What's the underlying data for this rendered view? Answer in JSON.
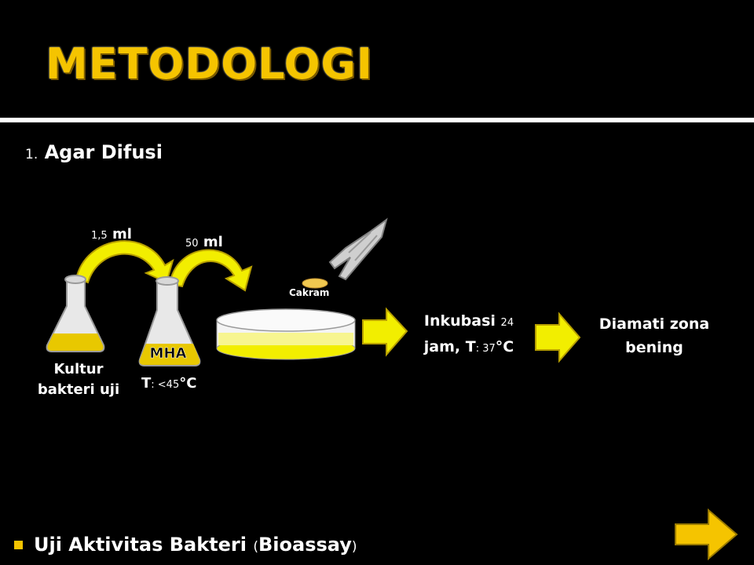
{
  "slide": {
    "title": "METODOLOGI",
    "section_number": "1.",
    "section_title": "Agar Difusi"
  },
  "diagram": {
    "transfer1_num": "1,5",
    "transfer1_unit": "ml",
    "transfer2_num": "50",
    "transfer2_unit": "ml",
    "flask1_label": "Kultur bakteri uji",
    "flask2_media": "MHA",
    "flask2_temp_prefix": "T",
    "flask2_temp_value": ": <45",
    "flask2_temp_unit": "°C",
    "disk_label": "Cakram",
    "step_incubation_a": "Inkubasi",
    "step_incubation_hours": "24",
    "step_incubation_b": "jam, T",
    "step_incubation_temp": ": 37",
    "step_incubation_unit": "°C",
    "step_observe": "Diamati zona bening"
  },
  "footer": {
    "bullet_text_a": "Uji Aktivitas Bakteri",
    "bullet_paren_open": "(",
    "bullet_text_b": "Bioassay",
    "bullet_paren_close": ")"
  },
  "colors": {
    "accent": "#f5c400",
    "arrow_fill": "#f2ee00",
    "liquid": "#e8c800"
  }
}
